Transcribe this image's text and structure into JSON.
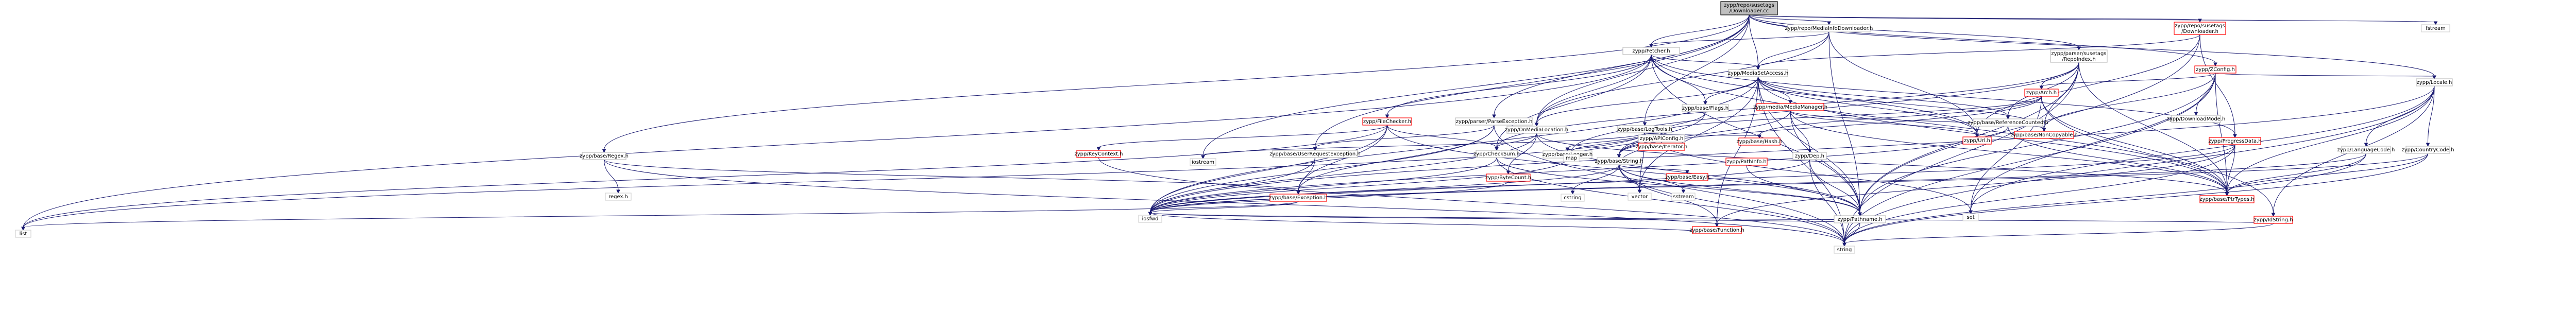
{
  "graph": {
    "title": "zypp/repo/susetags/Downloader.cc include dependency graph",
    "root": "n_root",
    "nodes": [
      {
        "id": "n_root",
        "lines": [
          "zypp/repo/susetags",
          "/Downloader.cc"
        ],
        "style": "root"
      },
      {
        "id": "n_mdd",
        "lines": [
          "zypp/repo/MediaInfoDownloader.h"
        ],
        "style": "normal"
      },
      {
        "id": "n_sdl",
        "lines": [
          "zypp/repo/susetags",
          "/Downloader.h"
        ],
        "style": "red"
      },
      {
        "id": "n_fstream",
        "lines": [
          "fstream"
        ],
        "style": "sys"
      },
      {
        "id": "n_fetcher",
        "lines": [
          "zypp/Fetcher.h"
        ],
        "style": "normal"
      },
      {
        "id": "n_psus",
        "lines": [
          "zypp/parser/susetags",
          "/RepoIndex.h"
        ],
        "style": "normal"
      },
      {
        "id": "n_zconfig",
        "lines": [
          "zypp/ZConfig.h"
        ],
        "style": "red"
      },
      {
        "id": "n_locale",
        "lines": [
          "zypp/Locale.h"
        ],
        "style": "normal"
      },
      {
        "id": "n_mediaset",
        "lines": [
          "zypp/MediaSetAccess.h"
        ],
        "style": "normal"
      },
      {
        "id": "n_ptr",
        "lines": [
          "zypp/base/PtrTypes.h"
        ],
        "style": "red"
      },
      {
        "id": "n_progress",
        "lines": [
          "zypp/ProgressData.h"
        ],
        "style": "red"
      },
      {
        "id": "n_filechecker",
        "lines": [
          "zypp/FileChecker.h"
        ],
        "style": "red"
      },
      {
        "id": "n_parseexc",
        "lines": [
          "zypp/parser/ParseException.h"
        ],
        "style": "normal"
      },
      {
        "id": "n_onmedia",
        "lines": [
          "zypp/OnMediaLocation.h"
        ],
        "style": "normal"
      },
      {
        "id": "n_logtools",
        "lines": [
          "zypp/base/LogTools.h"
        ],
        "style": "normal"
      },
      {
        "id": "n_flags",
        "lines": [
          "zypp/base/Flags.h"
        ],
        "style": "normal"
      },
      {
        "id": "n_mediamgr",
        "lines": [
          "zypp/media/MediaManager.h"
        ],
        "style": "red"
      },
      {
        "id": "n_refcounted",
        "lines": [
          "zypp/base/ReferenceCounted.h"
        ],
        "style": "normal"
      },
      {
        "id": "n_url",
        "lines": [
          "zypp/Url.h"
        ],
        "style": "red"
      },
      {
        "id": "n_arch",
        "lines": [
          "zypp/Arch.h"
        ],
        "style": "red"
      },
      {
        "id": "n_dlmode",
        "lines": [
          "zypp/DownloadMode.h"
        ],
        "style": "normal"
      },
      {
        "id": "n_regex",
        "lines": [
          "zypp/base/Regex.h"
        ],
        "style": "normal"
      },
      {
        "id": "n_keyctx",
        "lines": [
          "zypp/KeyContext.h"
        ],
        "style": "red"
      },
      {
        "id": "n_userreq",
        "lines": [
          "zypp/base/UserRequestException.h"
        ],
        "style": "normal"
      },
      {
        "id": "n_checksum",
        "lines": [
          "zypp/CheckSum.h"
        ],
        "style": "normal"
      },
      {
        "id": "n_logger",
        "lines": [
          "zypp/base/Logger.h"
        ],
        "style": "normal"
      },
      {
        "id": "n_pathinfo",
        "lines": [
          "zypp/PathInfo.h"
        ],
        "style": "red"
      },
      {
        "id": "n_easy",
        "lines": [
          "zypp/base/Easy.h"
        ],
        "style": "red"
      },
      {
        "id": "n_string",
        "lines": [
          "zypp/base/String.h"
        ],
        "style": "normal"
      },
      {
        "id": "n_iterator",
        "lines": [
          "zypp/base/Iterator.h"
        ],
        "style": "red"
      },
      {
        "id": "n_hash",
        "lines": [
          "zypp/base/Hash.h"
        ],
        "style": "red"
      },
      {
        "id": "n_dep",
        "lines": [
          "zypp/Dep.h"
        ],
        "style": "normal"
      },
      {
        "id": "n_noncopy",
        "lines": [
          "zypp/base/NonCopyable.h"
        ],
        "style": "red"
      },
      {
        "id": "n_langcode",
        "lines": [
          "zypp/LanguageCode.h"
        ],
        "style": "normal"
      },
      {
        "id": "n_countrycode",
        "lines": [
          "zypp/CountryCode.h"
        ],
        "style": "normal"
      },
      {
        "id": "n_regexh",
        "lines": [
          "regex.h"
        ],
        "style": "sys"
      },
      {
        "id": "n_exception",
        "lines": [
          "zypp/base/Exception.h"
        ],
        "style": "red"
      },
      {
        "id": "n_bytecount",
        "lines": [
          "zypp/ByteCount.h"
        ],
        "style": "red"
      },
      {
        "id": "n_strfwd",
        "lines": [
          "zypp/APIConfig.h"
        ],
        "style": "normal"
      },
      {
        "id": "n_pathname",
        "lines": [
          "zypp/Pathname.h"
        ],
        "style": "normal"
      },
      {
        "id": "n_function",
        "lines": [
          "zypp/base/Function.h"
        ],
        "style": "red"
      },
      {
        "id": "n_idstring",
        "lines": [
          "zypp/IdString.h"
        ],
        "style": "red"
      },
      {
        "id": "n_iosfwd",
        "lines": [
          "iosfwd"
        ],
        "style": "sys"
      },
      {
        "id": "n_set",
        "lines": [
          "set"
        ],
        "style": "sys"
      },
      {
        "id": "n_map",
        "lines": [
          "map"
        ],
        "style": "sys"
      },
      {
        "id": "n_vector",
        "lines": [
          "vector"
        ],
        "style": "sys"
      },
      {
        "id": "n_cstring",
        "lines": [
          "cstring"
        ],
        "style": "sys"
      },
      {
        "id": "n_sstream",
        "lines": [
          "sstream"
        ],
        "style": "sys"
      },
      {
        "id": "n_iostream",
        "lines": [
          "iostream"
        ],
        "style": "sys"
      },
      {
        "id": "n_list",
        "lines": [
          "list"
        ],
        "style": "sys"
      },
      {
        "id": "n_std_string",
        "lines": [
          "string"
        ],
        "style": "sys"
      }
    ],
    "edges": [
      [
        "n_root",
        "n_mdd"
      ],
      [
        "n_root",
        "n_sdl"
      ],
      [
        "n_root",
        "n_fstream"
      ],
      [
        "n_root",
        "n_fetcher"
      ],
      [
        "n_root",
        "n_psus"
      ],
      [
        "n_root",
        "n_zconfig"
      ],
      [
        "n_root",
        "n_locale"
      ],
      [
        "n_root",
        "n_mediaset"
      ],
      [
        "n_root",
        "n_parseexc"
      ],
      [
        "n_root",
        "n_onmedia"
      ],
      [
        "n_root",
        "n_logtools"
      ],
      [
        "n_root",
        "n_regex"
      ],
      [
        "n_root",
        "n_userreq"
      ],
      [
        "n_root",
        "n_iostream"
      ],
      [
        "n_mdd",
        "n_mediaset"
      ],
      [
        "n_mdd",
        "n_fetcher"
      ],
      [
        "n_mdd",
        "n_onmedia"
      ],
      [
        "n_mdd",
        "n_pathname"
      ],
      [
        "n_mdd",
        "n_url"
      ],
      [
        "n_sdl",
        "n_progress"
      ],
      [
        "n_sdl",
        "n_mediaset"
      ],
      [
        "n_sdl",
        "n_url"
      ],
      [
        "n_sdl",
        "n_pathname"
      ],
      [
        "n_fetcher",
        "n_mediaset"
      ],
      [
        "n_fetcher",
        "n_filechecker"
      ],
      [
        "n_fetcher",
        "n_onmedia"
      ],
      [
        "n_fetcher",
        "n_flags"
      ],
      [
        "n_fetcher",
        "n_checksum"
      ],
      [
        "n_fetcher",
        "n_ptr"
      ],
      [
        "n_fetcher",
        "n_progress"
      ],
      [
        "n_fetcher",
        "n_list"
      ],
      [
        "n_fetcher",
        "n_pathname"
      ],
      [
        "n_fetcher",
        "n_url"
      ],
      [
        "n_psus",
        "n_refcounted"
      ],
      [
        "n_psus",
        "n_noncopy"
      ],
      [
        "n_psus",
        "n_ptr"
      ],
      [
        "n_psus",
        "n_checksum"
      ],
      [
        "n_psus",
        "n_pathname"
      ],
      [
        "n_psus",
        "n_map"
      ],
      [
        "n_psus",
        "n_std_string"
      ],
      [
        "n_psus",
        "n_arch"
      ],
      [
        "n_zconfig",
        "n_locale"
      ],
      [
        "n_zconfig",
        "n_dlmode"
      ],
      [
        "n_zconfig",
        "n_arch"
      ],
      [
        "n_zconfig",
        "n_pathname"
      ],
      [
        "n_zconfig",
        "n_ptr"
      ],
      [
        "n_zconfig",
        "n_noncopy"
      ],
      [
        "n_zconfig",
        "n_set"
      ],
      [
        "n_zconfig",
        "n_std_string"
      ],
      [
        "n_locale",
        "n_langcode"
      ],
      [
        "n_locale",
        "n_countrycode"
      ],
      [
        "n_locale",
        "n_idstring"
      ],
      [
        "n_locale",
        "n_ptr"
      ],
      [
        "n_locale",
        "n_iosfwd"
      ],
      [
        "n_locale",
        "n_std_string"
      ],
      [
        "n_locale",
        "n_set"
      ],
      [
        "n_mediaset",
        "n_mediamgr"
      ],
      [
        "n_mediaset",
        "n_refcounted"
      ],
      [
        "n_mediaset",
        "n_onmedia"
      ],
      [
        "n_mediaset",
        "n_flags"
      ],
      [
        "n_mediaset",
        "n_url"
      ],
      [
        "n_mediaset",
        "n_ptr"
      ],
      [
        "n_mediaset",
        "n_pathname"
      ],
      [
        "n_mediaset",
        "n_noncopy"
      ],
      [
        "n_mediaset",
        "n_iosfwd"
      ],
      [
        "n_mediaset",
        "n_std_string"
      ],
      [
        "n_mediaset",
        "n_vector"
      ],
      [
        "n_mediaset",
        "n_function"
      ],
      [
        "n_progress",
        "n_ptr"
      ],
      [
        "n_progress",
        "n_function"
      ],
      [
        "n_progress",
        "n_iosfwd"
      ],
      [
        "n_progress",
        "n_std_string"
      ],
      [
        "n_filechecker",
        "n_exception"
      ],
      [
        "n_filechecker",
        "n_checksum"
      ],
      [
        "n_filechecker",
        "n_keyctx"
      ],
      [
        "n_filechecker",
        "n_pathname"
      ],
      [
        "n_filechecker",
        "n_list"
      ],
      [
        "n_filechecker",
        "n_iosfwd"
      ],
      [
        "n_parseexc",
        "n_exception"
      ],
      [
        "n_parseexc",
        "n_userreq"
      ],
      [
        "n_parseexc",
        "n_iosfwd"
      ],
      [
        "n_parseexc",
        "n_std_string"
      ],
      [
        "n_onmedia",
        "n_checksum"
      ],
      [
        "n_onmedia",
        "n_bytecount"
      ],
      [
        "n_onmedia",
        "n_pathname"
      ],
      [
        "n_onmedia",
        "n_ptr"
      ],
      [
        "n_onmedia",
        "n_iosfwd"
      ],
      [
        "n_logtools",
        "n_logger"
      ],
      [
        "n_logtools",
        "n_iterator"
      ],
      [
        "n_logtools",
        "n_hash"
      ],
      [
        "n_logtools",
        "n_string"
      ],
      [
        "n_logtools",
        "n_map"
      ],
      [
        "n_logtools",
        "n_vector"
      ],
      [
        "n_logtools",
        "n_list"
      ],
      [
        "n_logtools",
        "n_set"
      ],
      [
        "n_logtools",
        "n_iostream"
      ],
      [
        "n_logtools",
        "n_strfwd"
      ],
      [
        "n_flags",
        "n_strfwd"
      ],
      [
        "n_flags",
        "n_string"
      ],
      [
        "n_mediamgr",
        "n_noncopy"
      ],
      [
        "n_mediamgr",
        "n_url"
      ],
      [
        "n_mediamgr",
        "n_pathname"
      ],
      [
        "n_mediamgr",
        "n_ptr"
      ],
      [
        "n_mediamgr",
        "n_dep"
      ],
      [
        "n_mediamgr",
        "n_string"
      ],
      [
        "n_refcounted",
        "n_ptr"
      ],
      [
        "n_refcounted",
        "n_iosfwd"
      ],
      [
        "n_arch",
        "n_idstring"
      ],
      [
        "n_arch",
        "n_string"
      ],
      [
        "n_arch",
        "n_ptr"
      ],
      [
        "n_arch",
        "n_set"
      ],
      [
        "n_arch",
        "n_hash"
      ],
      [
        "n_arch",
        "n_strfwd"
      ],
      [
        "n_regex",
        "n_regexh"
      ],
      [
        "n_regex",
        "n_exception"
      ],
      [
        "n_regex",
        "n_std_string"
      ],
      [
        "n_keyctx",
        "n_std_string"
      ],
      [
        "n_userreq",
        "n_exception"
      ],
      [
        "n_userreq",
        "n_iosfwd"
      ],
      [
        "n_checksum",
        "n_pathname"
      ],
      [
        "n_checksum",
        "n_iosfwd"
      ],
      [
        "n_checksum",
        "n_std_string"
      ],
      [
        "n_logger",
        "n_iosfwd"
      ],
      [
        "n_logger",
        "n_strfwd"
      ],
      [
        "n_pathinfo",
        "n_pathname"
      ],
      [
        "n_string",
        "n_easy"
      ],
      [
        "n_string",
        "n_function"
      ],
      [
        "n_string",
        "n_cstring"
      ],
      [
        "n_string",
        "n_vector"
      ],
      [
        "n_string",
        "n_sstream"
      ],
      [
        "n_string",
        "n_std_string"
      ],
      [
        "n_string",
        "n_iosfwd"
      ],
      [
        "n_string",
        "n_strfwd"
      ],
      [
        "n_string",
        "n_pathname"
      ],
      [
        "n_dep",
        "n_iosfwd"
      ],
      [
        "n_dep",
        "n_std_string"
      ],
      [
        "n_dep",
        "n_pathname"
      ],
      [
        "n_langcode",
        "n_iosfwd"
      ],
      [
        "n_langcode",
        "n_std_string"
      ],
      [
        "n_langcode",
        "n_ptr"
      ],
      [
        "n_countrycode",
        "n_iosfwd"
      ],
      [
        "n_countrycode",
        "n_std_string"
      ],
      [
        "n_countrycode",
        "n_ptr"
      ],
      [
        "n_exception",
        "n_list"
      ],
      [
        "n_exception",
        "n_iosfwd"
      ],
      [
        "n_bytecount",
        "n_iosfwd"
      ],
      [
        "n_pathname",
        "n_iosfwd"
      ],
      [
        "n_pathname",
        "n_std_string"
      ],
      [
        "n_function",
        "n_iosfwd"
      ],
      [
        "n_idstring",
        "n_iosfwd"
      ],
      [
        "n_idstring",
        "n_std_string"
      ]
    ]
  }
}
